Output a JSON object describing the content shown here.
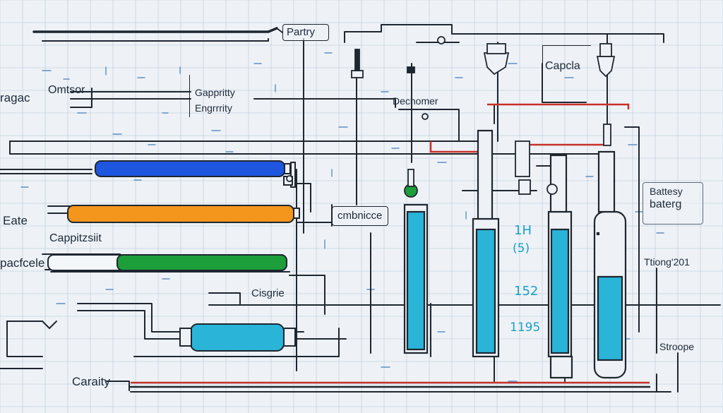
{
  "labels": {
    "party": "Partry",
    "capcia": "Capcla",
    "ragac": "ragac",
    "omtsor": "Omtsor",
    "gapprity": "Gappritty",
    "engrrity": "Engrrrity",
    "dechomer": "Dechomer",
    "battey_1": "Battesy",
    "battey_2": "baterg",
    "eate": "Eate",
    "capptizsit": "Cappitzsiit",
    "cmbnicce": "cmbnicce",
    "pacfcele": "pacfcele",
    "tiong": "Ttiong'201",
    "cisgrie": "Cisgrie",
    "stroope": "Stroope",
    "caraity": "Caraity"
  },
  "readouts": [
    "1H",
    "(5)",
    "152",
    "1195"
  ],
  "colors": {
    "bar_blue": "#1f56e0",
    "bar_orange": "#f4951c",
    "bar_green": "#1c9e3a",
    "bar_cyan": "#29b4d8",
    "accent_red": "#c8302a",
    "ink": "#1e2630",
    "grid": "#b8c8db",
    "dash": "#5b8fc4"
  }
}
